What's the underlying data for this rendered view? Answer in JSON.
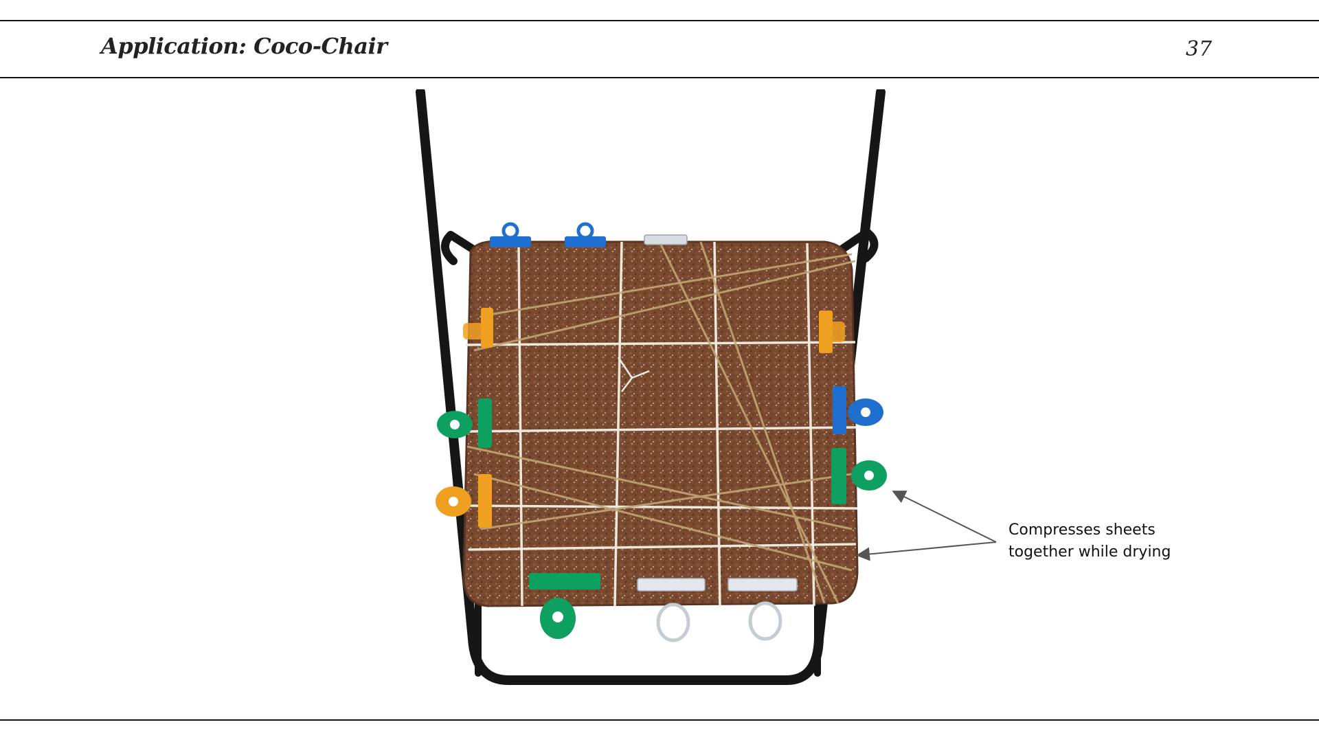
{
  "header": {
    "title": "Application: Coco-Chair",
    "page_number": "37"
  },
  "annotation": {
    "line1": "Compresses sheets",
    "line2": "together while drying"
  },
  "figure": {
    "icon": "coco-chair-photo-icon",
    "colors": {
      "frame": "#161616",
      "coir": "#7a4a30",
      "twine": "#e9e4d6",
      "jute": "#b79a6a",
      "clip_blue": "#1e6fd0",
      "clip_green": "#0ea060",
      "clip_orange": "#f0a020",
      "clip_clear": "#d8dde3"
    }
  }
}
